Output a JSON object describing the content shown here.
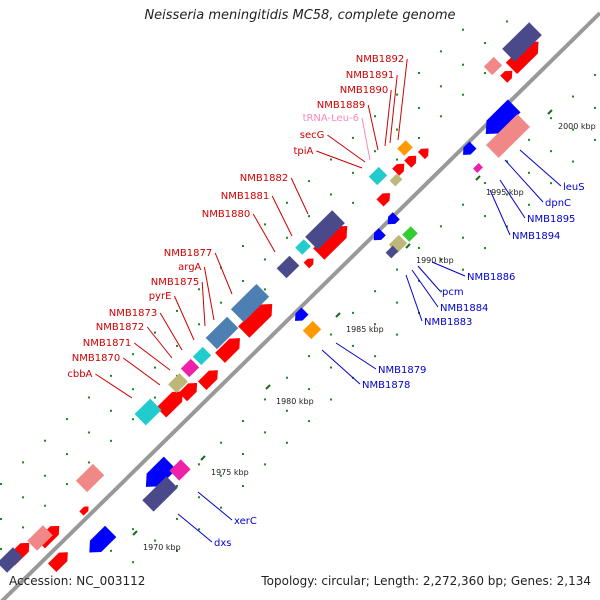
{
  "title": "Neisseria meningitidis MC58, complete genome",
  "accession": "Accession: NC_003112",
  "summary": "Topology: circular; Length: 2,272,360 bp; Genes: 2,134",
  "ticks": [
    "1970 kbp",
    "1975 kbp",
    "1980 kbp",
    "1985 kbp",
    "1990 kbp",
    "1995 kbp",
    "2000 kbp"
  ],
  "labels_left": [
    "NMB1892",
    "NMB1891",
    "NMB1890",
    "NMB1889",
    "tRNA-Leu-6",
    "secG",
    "tpiA",
    "NMB1882",
    "NMB1881",
    "NMB1880",
    "NMB1877",
    "argA",
    "NMB1875",
    "pyrE",
    "NMB1873",
    "NMB1872",
    "NMB1871",
    "NMB1870",
    "cbbA"
  ],
  "labels_right": [
    "leuS",
    "dpnC",
    "NMB1895",
    "NMB1894",
    "NMB1886",
    "pcm",
    "NMB1884",
    "NMB1883",
    "NMB1879",
    "NMB1878",
    "xerC",
    "dxs"
  ],
  "colors": {
    "forward_cds": "#ff0000",
    "reverse_cds": "#0000ff",
    "forward_label": "#cc0000",
    "reverse_label": "#0000cc",
    "trna": "#ff88bb",
    "backbone": "#999999",
    "slate": "#4a4a8a",
    "steel": "#4d7fb2",
    "salmon": "#f08888",
    "cyan": "#22cccc",
    "magenta": "#ee22aa",
    "olive": "#bdb87a",
    "orange": "#ff9900",
    "green": "#33cc33",
    "tick_green": "#1a8a1a"
  }
}
